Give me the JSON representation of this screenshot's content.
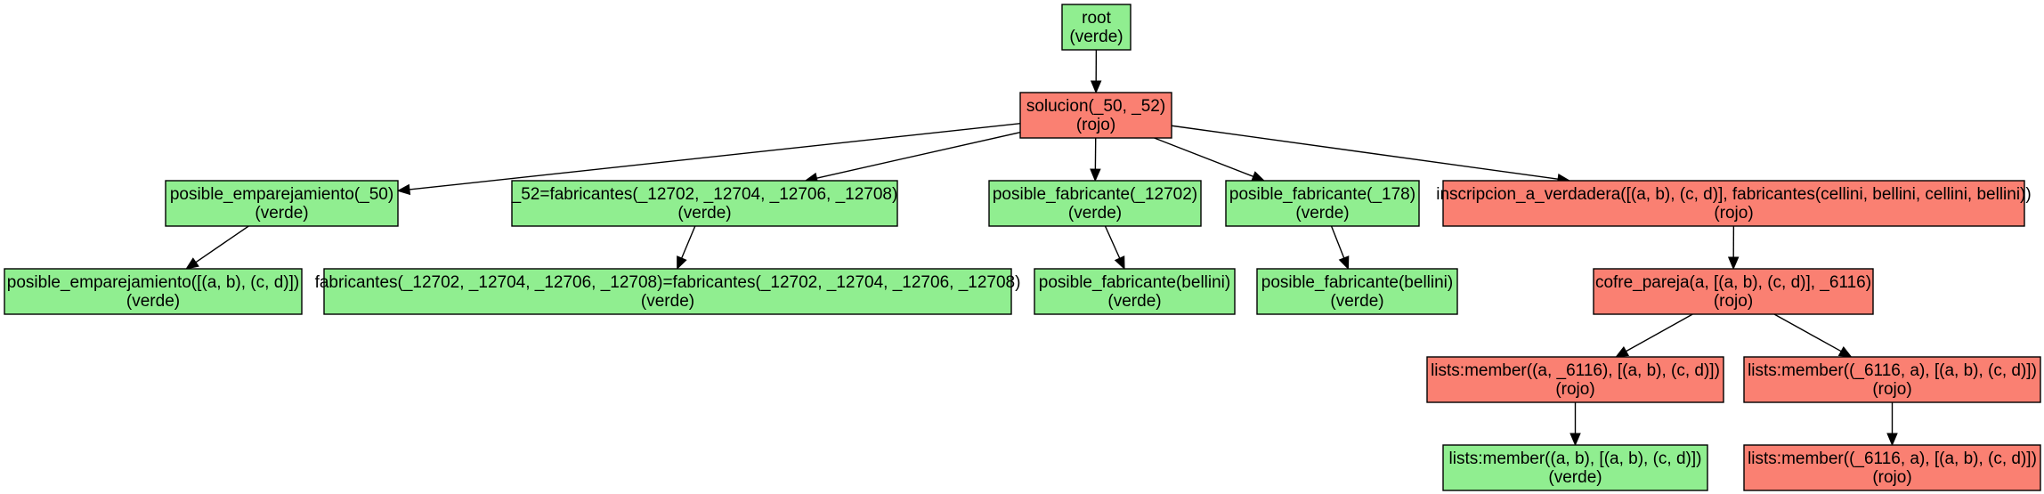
{
  "colors": {
    "verde": "#90ee90",
    "rojo": "#fa8072"
  },
  "nodes": [
    {
      "id": "root",
      "label": "root",
      "status": "(verde)",
      "color": "verde"
    },
    {
      "id": "solucion",
      "label": "solucion(_50, _52)",
      "status": "(rojo)",
      "color": "rojo"
    },
    {
      "id": "posible-emparejamiento",
      "label": "posible_emparejamiento(_50)",
      "status": "(verde)",
      "color": "verde"
    },
    {
      "id": "fabricantes-eq",
      "label": "_52=fabricantes(_12702, _12704, _12706, _12708)",
      "status": "(verde)",
      "color": "verde"
    },
    {
      "id": "posible-fabricante-12702",
      "label": "posible_fabricante(_12702)",
      "status": "(verde)",
      "color": "verde"
    },
    {
      "id": "posible-fabricante-178",
      "label": "posible_fabricante(_178)",
      "status": "(verde)",
      "color": "verde"
    },
    {
      "id": "inscripcion",
      "label": "inscripcion_a_verdadera([(a, b), (c, d)], fabricantes(cellini, bellini, cellini, bellini))",
      "status": "(rojo)",
      "color": "rojo"
    },
    {
      "id": "posible-emparejamiento-list",
      "label": "posible_emparejamiento([(a, b), (c, d)])",
      "status": "(verde)",
      "color": "verde"
    },
    {
      "id": "fabricantes-unify",
      "label": "fabricantes(_12702, _12704, _12706, _12708)=fabricantes(_12702, _12704, _12706, _12708)",
      "status": "(verde)",
      "color": "verde"
    },
    {
      "id": "posible-fabricante-bellini-1",
      "label": "posible_fabricante(bellini)",
      "status": "(verde)",
      "color": "verde"
    },
    {
      "id": "posible-fabricante-bellini-2",
      "label": "posible_fabricante(bellini)",
      "status": "(verde)",
      "color": "verde"
    },
    {
      "id": "cofre-pareja",
      "label": "cofre_pareja(a, [(a, b), (c, d)], _6116)",
      "status": "(rojo)",
      "color": "rojo"
    },
    {
      "id": "member-a-6116",
      "label": "lists:member((a, _6116), [(a, b), (c, d)])",
      "status": "(rojo)",
      "color": "rojo"
    },
    {
      "id": "member-6116-a",
      "label": "lists:member((_6116, a), [(a, b), (c, d)])",
      "status": "(rojo)",
      "color": "rojo"
    },
    {
      "id": "member-a-b",
      "label": "lists:member((a, b), [(a, b), (c, d)])",
      "status": "(verde)",
      "color": "verde"
    },
    {
      "id": "member-6116-a-leaf",
      "label": "lists:member((_6116, a), [(a, b), (c, d)])",
      "status": "(rojo)",
      "color": "rojo"
    }
  ],
  "edges": [
    {
      "from": "root",
      "to": "solucion"
    },
    {
      "from": "solucion",
      "to": "posible-emparejamiento"
    },
    {
      "from": "solucion",
      "to": "fabricantes-eq"
    },
    {
      "from": "solucion",
      "to": "posible-fabricante-12702"
    },
    {
      "from": "solucion",
      "to": "posible-fabricante-178"
    },
    {
      "from": "solucion",
      "to": "inscripcion"
    },
    {
      "from": "posible-emparejamiento",
      "to": "posible-emparejamiento-list"
    },
    {
      "from": "fabricantes-eq",
      "to": "fabricantes-unify"
    },
    {
      "from": "posible-fabricante-12702",
      "to": "posible-fabricante-bellini-1"
    },
    {
      "from": "posible-fabricante-178",
      "to": "posible-fabricante-bellini-2"
    },
    {
      "from": "inscripcion",
      "to": "cofre-pareja"
    },
    {
      "from": "cofre-pareja",
      "to": "member-a-6116"
    },
    {
      "from": "cofre-pareja",
      "to": "member-6116-a"
    },
    {
      "from": "member-a-6116",
      "to": "member-a-b"
    },
    {
      "from": "member-6116-a",
      "to": "member-6116-a-leaf"
    }
  ]
}
